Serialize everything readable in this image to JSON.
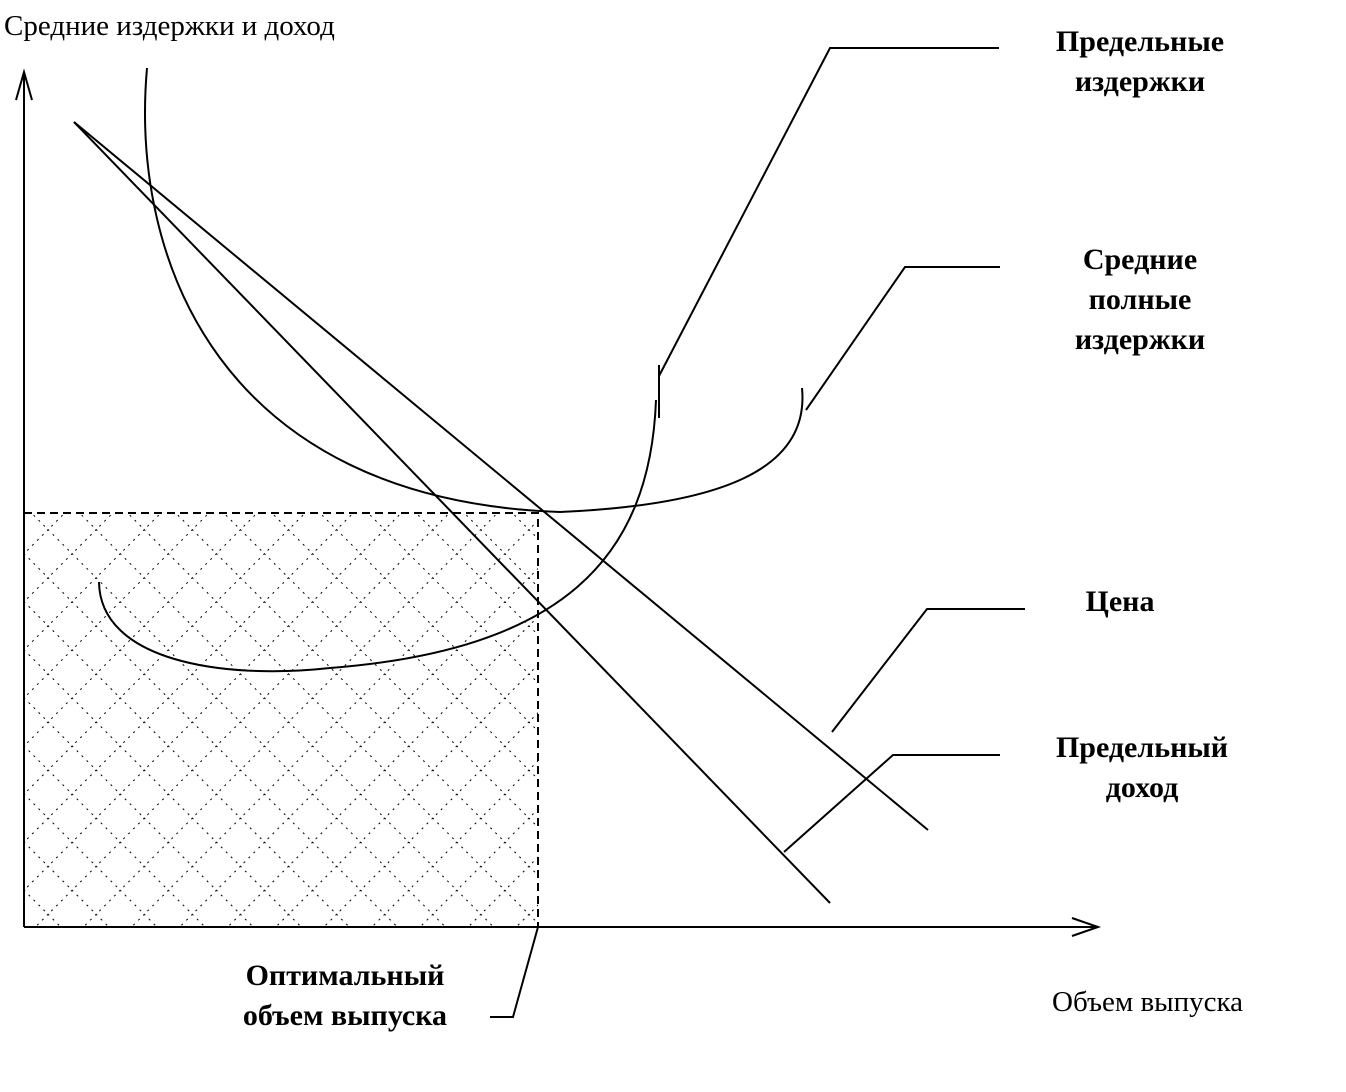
{
  "axes": {
    "y_title": "Средние издержки и доход",
    "x_title": "Объем выпуска"
  },
  "labels": {
    "marginal_cost": [
      "Предельные",
      "издержки"
    ],
    "average_total_cost": [
      "Средние",
      "полные",
      "издержки"
    ],
    "price": [
      "Цена"
    ],
    "marginal_revenue": [
      "Предельный",
      "доход"
    ],
    "optimal_output": [
      "Оптимальный",
      "объем выпуска"
    ]
  }
}
